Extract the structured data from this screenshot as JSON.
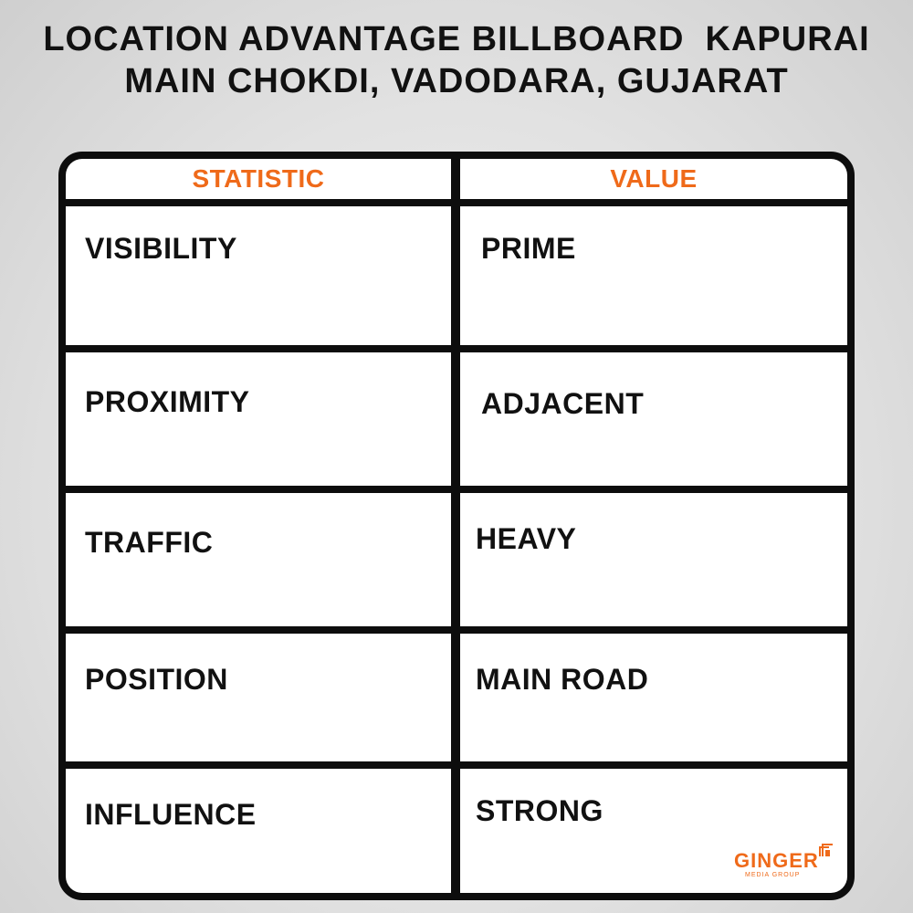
{
  "title": {
    "line1": "LOCATION ADVANTAGE BILLBOARD  KAPURAI",
    "line2": "MAIN CHOKDI, VADODARA, GUJARAT"
  },
  "table": {
    "headers": {
      "statistic": "STATISTIC",
      "value": "VALUE"
    },
    "rows": [
      {
        "statistic": "VISIBILITY",
        "value": "PRIME"
      },
      {
        "statistic": "PROXIMITY",
        "value": "ADJACENT"
      },
      {
        "statistic": "TRAFFIC",
        "value": "HEAVY"
      },
      {
        "statistic": "POSITION",
        "value": "MAIN ROAD"
      },
      {
        "statistic": "INFLUENCE",
        "value": "STRONG"
      }
    ]
  },
  "logo": {
    "name": "GINGER",
    "tagline": "MEDIA GROUP",
    "icon": "ginger-logo-icon"
  },
  "colors": {
    "accent": "#ef6a1a",
    "text": "#111111",
    "border": "#0d0d0d"
  }
}
